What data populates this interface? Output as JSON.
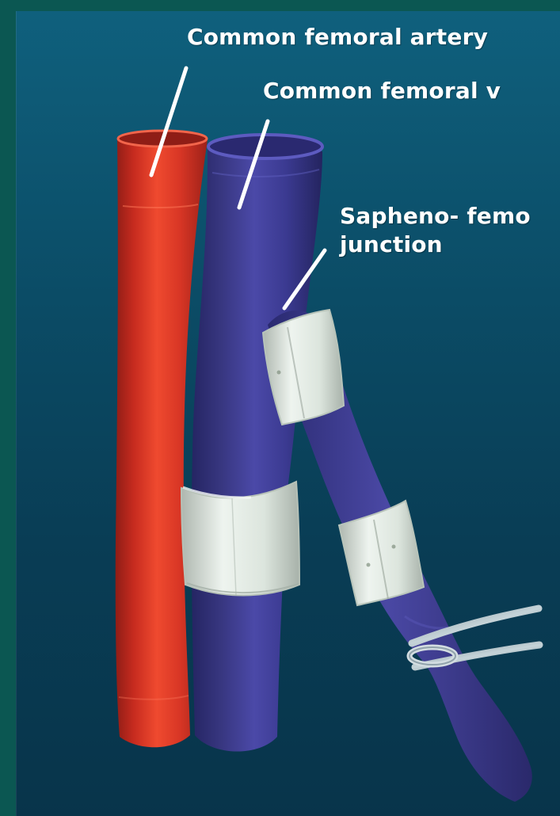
{
  "labels": {
    "common_femoral_artery": "Common femoral artery",
    "common_femoral_vein": "Common femoral v",
    "sapheno_femoral_junction_line1": "Sapheno- femo",
    "sapheno_femoral_junction_line2": "junction"
  },
  "colors": {
    "outer_background": "#0b5752",
    "panel_background": "#0b4c66",
    "artery": "#d63524",
    "vein": "#3d3b96",
    "cuff": "#e8efe8",
    "ligature": "#a9bbc4",
    "label_text": "#ffffff"
  }
}
